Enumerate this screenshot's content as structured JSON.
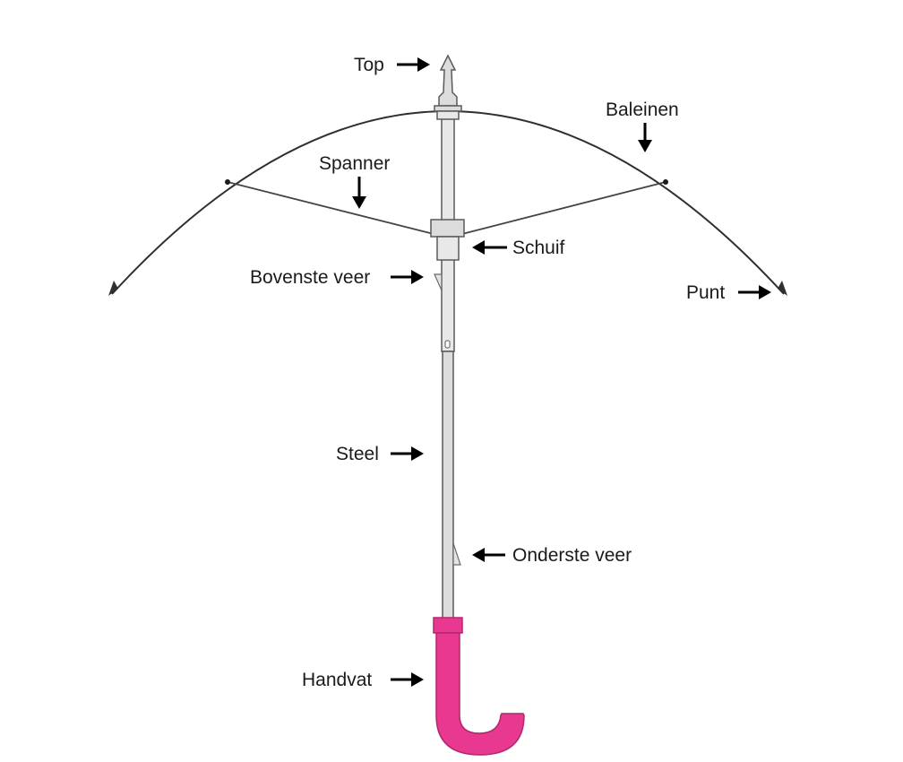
{
  "labels": {
    "top": "Top",
    "baleinen": "Baleinen",
    "spanner": "Spanner",
    "schuif": "Schuif",
    "bovenste_veer": "Bovenste veer",
    "punt": "Punt",
    "steel": "Steel",
    "onderste_veer": "Onderste veer",
    "handvat": "Handvat"
  },
  "colors": {
    "handle": "#e8388f",
    "handle_stroke": "#b0296c",
    "metal": "#dcdcdc",
    "line": "#2f2f2f",
    "arrow": "#000000"
  }
}
